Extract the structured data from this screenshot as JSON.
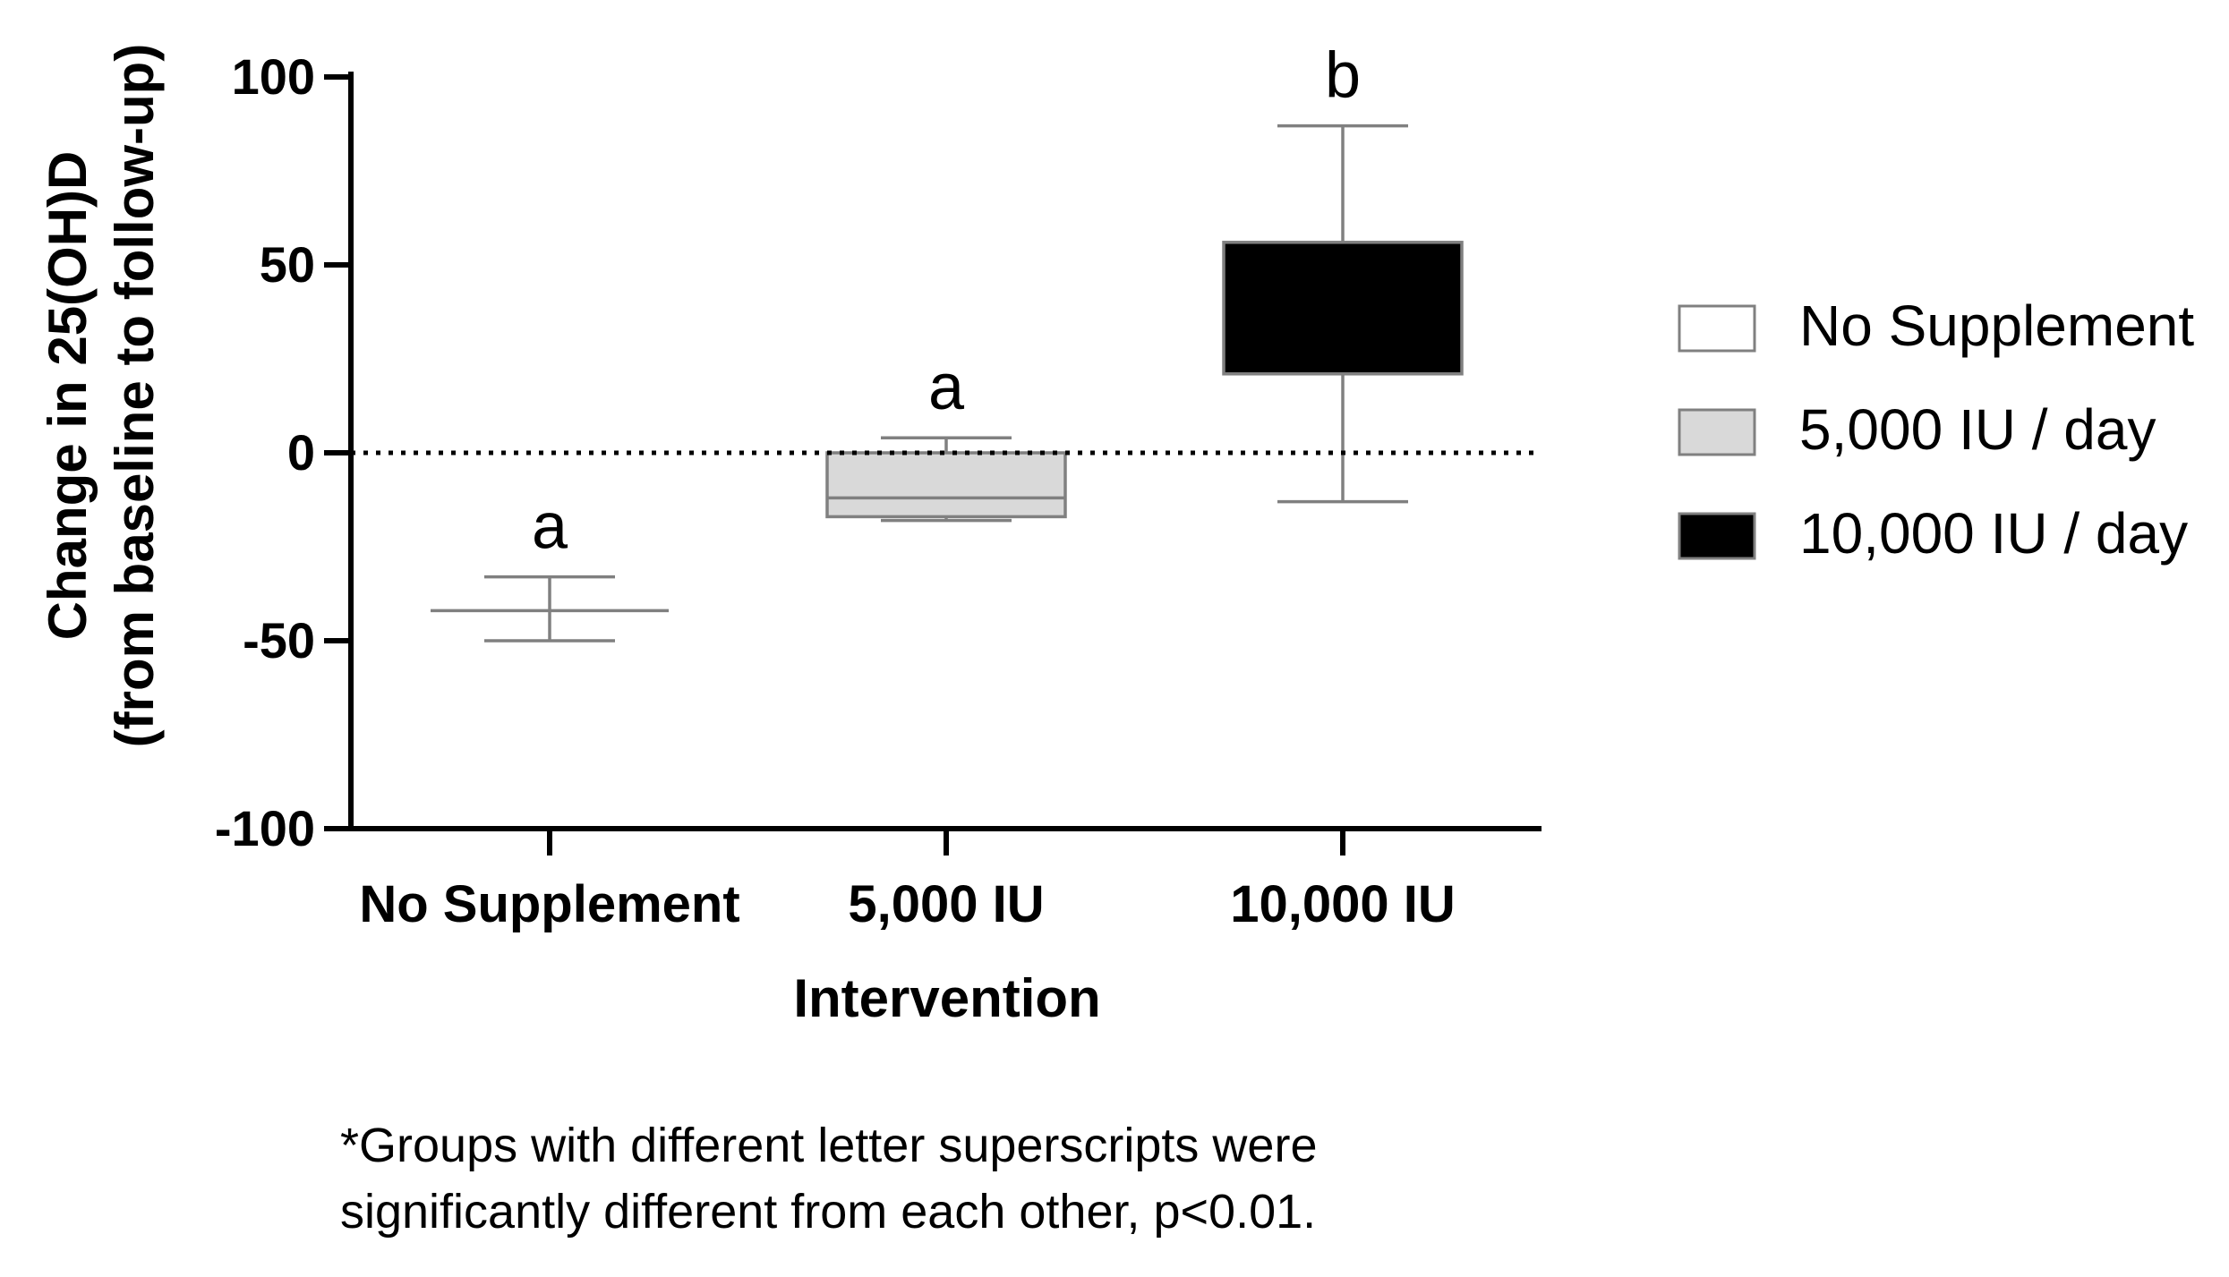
{
  "chart_data": {
    "type": "box",
    "ylabel_lines": [
      "Change in 25(OH)D",
      "(from baseline to follow-up)"
    ],
    "xlabel": "Intervention",
    "ylim": [
      -100,
      100
    ],
    "yticks": [
      100,
      50,
      0,
      -50,
      -100
    ],
    "ytick_labels": [
      "100",
      "50",
      "0",
      "-50",
      "-100"
    ],
    "reference_line": 0,
    "categories": [
      "No Supplement",
      "5,000 IU",
      "10,000 IU"
    ],
    "series": [
      {
        "name": "No Supplement",
        "category": "No Supplement",
        "fill": "#ffffff",
        "min": -50,
        "q1": -42,
        "median": -42,
        "q3": -42,
        "max": -33,
        "letter": "a"
      },
      {
        "name": "5,000 IU / day",
        "category": "5,000 IU",
        "fill": "#d9d9d9",
        "min": -18,
        "q1": -17,
        "median": -12,
        "q3": 0,
        "max": 4,
        "letter": "a"
      },
      {
        "name": "10,000 IU / day",
        "category": "10,000 IU",
        "fill": "#000000",
        "min": -13,
        "q1": 21,
        "median": 21,
        "q3": 56,
        "max": 87,
        "letter": "b"
      }
    ],
    "legend": {
      "position": "right",
      "items": [
        "No Supplement",
        "5,000 IU / day",
        "10,000 IU / day"
      ]
    },
    "footnote_lines": [
      "*Groups with different letter superscripts were",
      "significantly different from each other, p<0.01."
    ],
    "grid": false
  }
}
